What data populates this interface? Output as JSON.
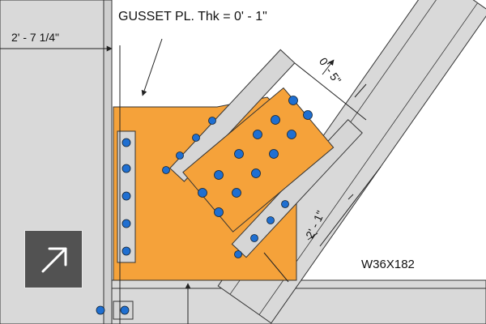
{
  "labels": {
    "gusset_note": "GUSSET PL.  Thk = 0' - 1\"",
    "left_dim": "2' - 7 1/4\"",
    "top_right_dim": "0' - 5\"",
    "side_dim": "2' - 1\"",
    "beam_label": "W36X182"
  },
  "expand_button": {
    "icon": "arrow-up-right-icon"
  },
  "colors": {
    "gusset": "#f5a23a",
    "steel": "#d6d6d6",
    "steel_dark": "#bdbdbd",
    "bolt": "#1f6fd1",
    "line": "#333333"
  }
}
